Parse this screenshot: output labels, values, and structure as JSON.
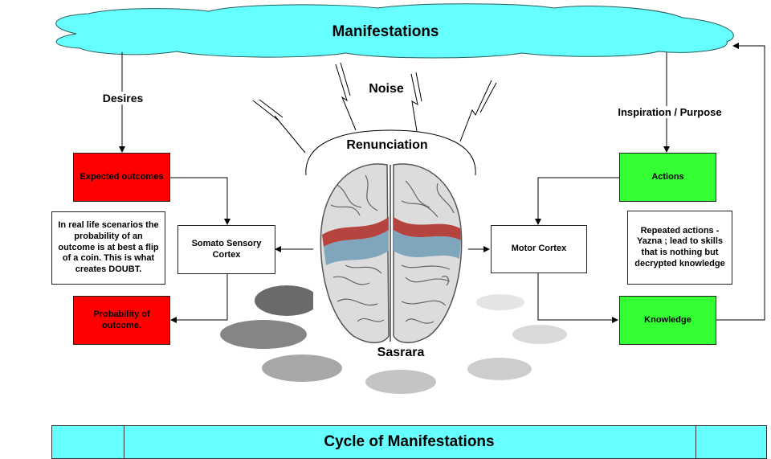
{
  "cloud": {
    "title": "Manifestations",
    "color": "#66ffff"
  },
  "labels": {
    "desires": "Desires",
    "noise": "Noise",
    "renunciation": "Renunciation",
    "inspiration": "Inspiration  / Purpose",
    "sasrara": "Sasrara"
  },
  "boxes": {
    "expected_outcomes": "Expected outcomes",
    "doubt_note": "In real life scenarios the probability of an outcome is at best a flip of a coin. This is what creates DOUBT.",
    "somato_sensory": "Somato Sensory Cortex",
    "probability": "Probability of outcome.",
    "actions": "Actions",
    "repeated_note": "Repeated actions - Yazna ; lead to skills that is nothing but decrypted knowledge",
    "motor_cortex": "Motor Cortex",
    "knowledge": "Knowledge"
  },
  "footer": {
    "title": "Cycle of Manifestations"
  },
  "colors": {
    "red": "#ff0000",
    "green": "#33ff33",
    "cyan": "#66ffff"
  }
}
